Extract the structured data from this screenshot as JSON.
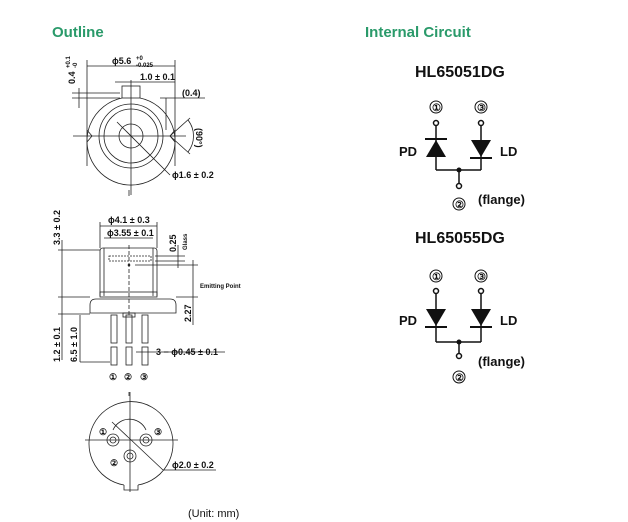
{
  "sections": {
    "outline": {
      "title": "Outline"
    },
    "internal_circuit": {
      "title": "Internal Circuit"
    }
  },
  "outline": {
    "top_view": {
      "diameter": "ϕ5.6",
      "diameter_tol_upper": "+0",
      "diameter_tol_lower": "-0.025",
      "key_width": "1.0 ± 0.1",
      "key_depth": "0.4",
      "key_depth_tol_upper": "+0.1",
      "key_depth_tol_lower": "-0",
      "offset": "(0.4)",
      "angle": "(90°)",
      "inner_diameter": "ϕ1.6 ± 0.2"
    },
    "side_view": {
      "cap_diameter": "ϕ4.1 ± 0.3",
      "window_diameter": "ϕ3.55 ± 0.1",
      "glass_thickness": "0.25",
      "glass_label": "Glass",
      "height": "3.3 ± 0.2",
      "emitting_point_label": "Emitting Point",
      "emitting_point_height": "2.27",
      "flange_thickness": "1.2 ± 0.1",
      "lead_length": "6.5 ± 1.0",
      "lead_diameter": "3 − ϕ0.45 ± 0.1",
      "pins": [
        "①",
        "②",
        "③"
      ]
    },
    "bottom_view": {
      "pin_circle": "ϕ2.0 ± 0.2",
      "pins": [
        "①",
        "②",
        "③"
      ]
    },
    "unit_note": "(Unit: mm)"
  },
  "circuits": [
    {
      "model": "HL65051DG",
      "pin_top_left": "①",
      "pin_top_right": "③",
      "pin_bottom": "②",
      "left_label": "PD",
      "right_label": "LD",
      "flange_label": "(flange)"
    },
    {
      "model": "HL65055DG",
      "pin_top_left": "①",
      "pin_top_right": "③",
      "pin_bottom": "②",
      "left_label": "PD",
      "right_label": "LD",
      "flange_label": "(flange)"
    }
  ]
}
